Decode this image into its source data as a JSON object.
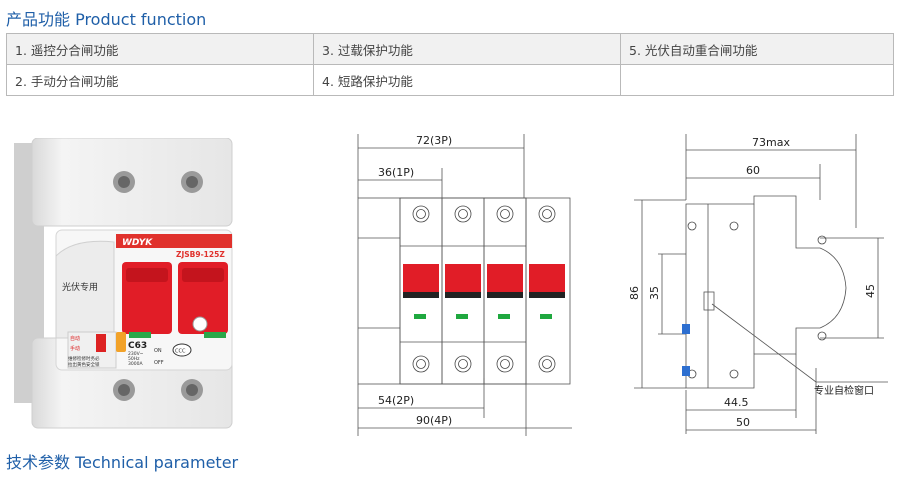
{
  "section_function": {
    "title": "产品功能 Product function"
  },
  "functions": {
    "row1": [
      "1. 遥控分合闸功能",
      "3. 过载保护功能",
      "5. 光伏自动重合闸功能"
    ],
    "row2": [
      "2. 手动分合闸功能",
      "4. 短路保护功能",
      ""
    ]
  },
  "photo": {
    "brand": "WDYK",
    "model": "ZJSB9-125Z",
    "panel_label": "光伏专用",
    "rating": "C63",
    "voltage": "230V~",
    "frequency": "50Hz",
    "breaking": "3000A",
    "on_label": "ON",
    "off_label": "OFF",
    "ccc": "CCC",
    "mode_label_1": "自动",
    "mode_label_2": "手动",
    "note_1": "维修检修时务必",
    "note_2": "拉出黄色安全锁"
  },
  "front_dims": {
    "width_3p": "72(3P)",
    "width_1p": "36(1P)",
    "width_2p": "54(2P)",
    "width_4p": "90(4P)"
  },
  "side_dims": {
    "max_width": "73max",
    "w60": "60",
    "h86": "86",
    "h35": "35",
    "h45": "45",
    "d44_5": "44.5",
    "d50": "50",
    "window_label": "专业自检窗口"
  },
  "section_param": {
    "title": "技术参数 Technical parameter"
  }
}
